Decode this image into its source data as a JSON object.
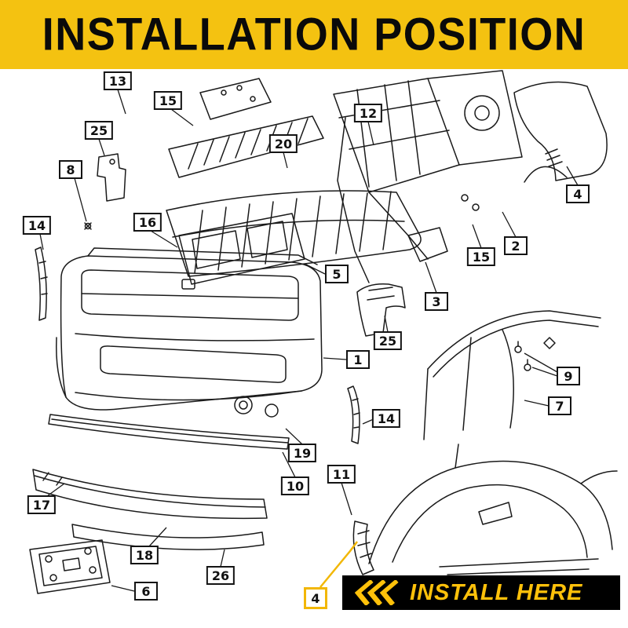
{
  "header": {
    "title": "INSTALLATION POSITION"
  },
  "colors": {
    "header_bg": "#F4C211",
    "line_art": "#1A1A1A",
    "install_banner_bg": "#000000",
    "accent_yellow": "#F2B705",
    "install_text": "#FFC10A"
  },
  "callouts": [
    {
      "label": "13"
    },
    {
      "label": "15"
    },
    {
      "label": "25"
    },
    {
      "label": "8"
    },
    {
      "label": "20"
    },
    {
      "label": "12"
    },
    {
      "label": "14"
    },
    {
      "label": "16"
    },
    {
      "label": "4"
    },
    {
      "label": "2"
    },
    {
      "label": "15"
    },
    {
      "label": "5"
    },
    {
      "label": "3"
    },
    {
      "label": "25"
    },
    {
      "label": "1"
    },
    {
      "label": "9"
    },
    {
      "label": "7"
    },
    {
      "label": "14"
    },
    {
      "label": "19"
    },
    {
      "label": "10"
    },
    {
      "label": "11"
    },
    {
      "label": "17"
    },
    {
      "label": "18"
    },
    {
      "label": "6"
    },
    {
      "label": "26"
    }
  ],
  "install": {
    "part_number": "4",
    "label": "INSTALL HERE",
    "chevrons_icon": "triple-chevron-left"
  }
}
